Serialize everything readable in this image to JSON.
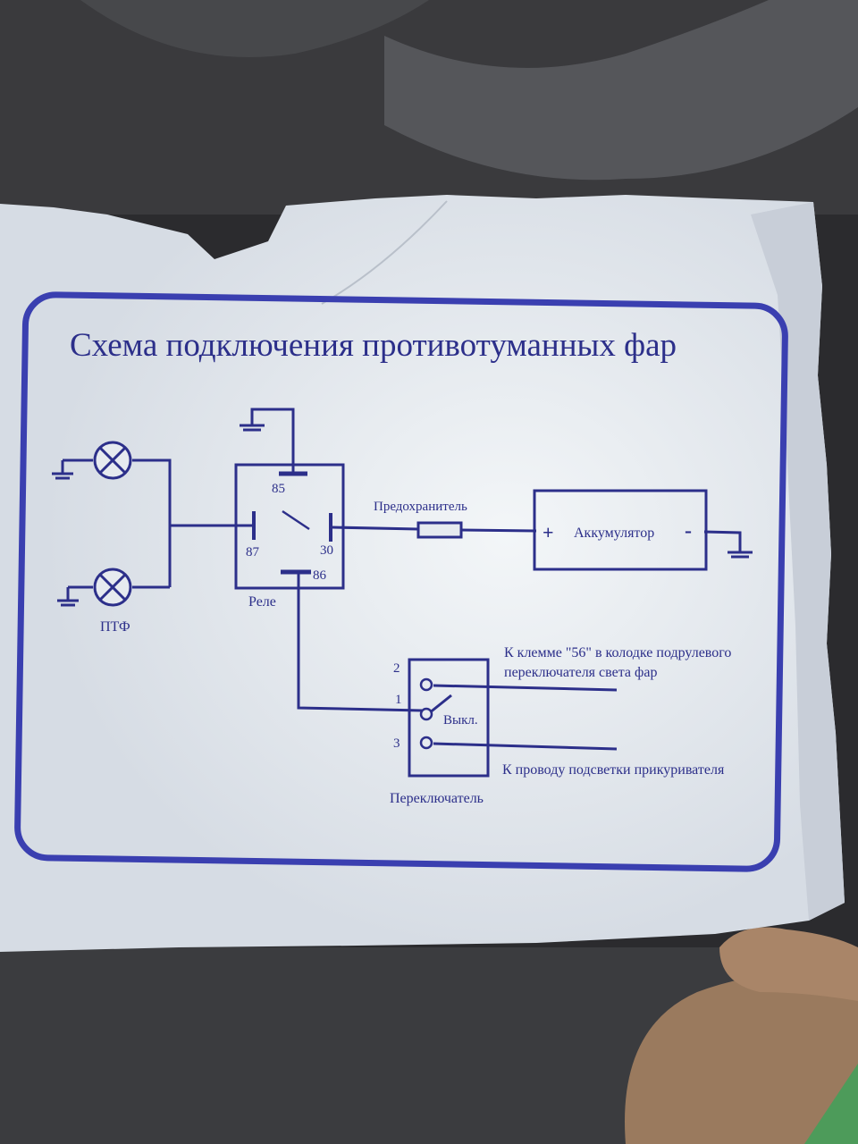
{
  "diagram": {
    "title": "Схема подключения противотуманных фар",
    "fog_lamps_label": "ПТФ",
    "relay": {
      "label": "Реле",
      "pin_85": "85",
      "pin_87": "87",
      "pin_30": "30",
      "pin_86": "86"
    },
    "fuse_label": "Предохранитель",
    "battery": {
      "label": "Аккумулятор",
      "plus": "+",
      "minus": "-"
    },
    "switch": {
      "label": "Переключатель",
      "off_label": "Выкл.",
      "pin_1": "1",
      "pin_2": "2",
      "pin_3": "3"
    },
    "note_56_line1": "К клемме \"56\" в колодке подрулевого",
    "note_56_line2": "переключателя света фар",
    "note_lighter": "К проводу подсветки прикуривателя"
  },
  "colors": {
    "ink": "#2c2f8a",
    "frame": "#3a3fb0",
    "paper": "#dfe4ea",
    "background": "#2b2b2e"
  }
}
